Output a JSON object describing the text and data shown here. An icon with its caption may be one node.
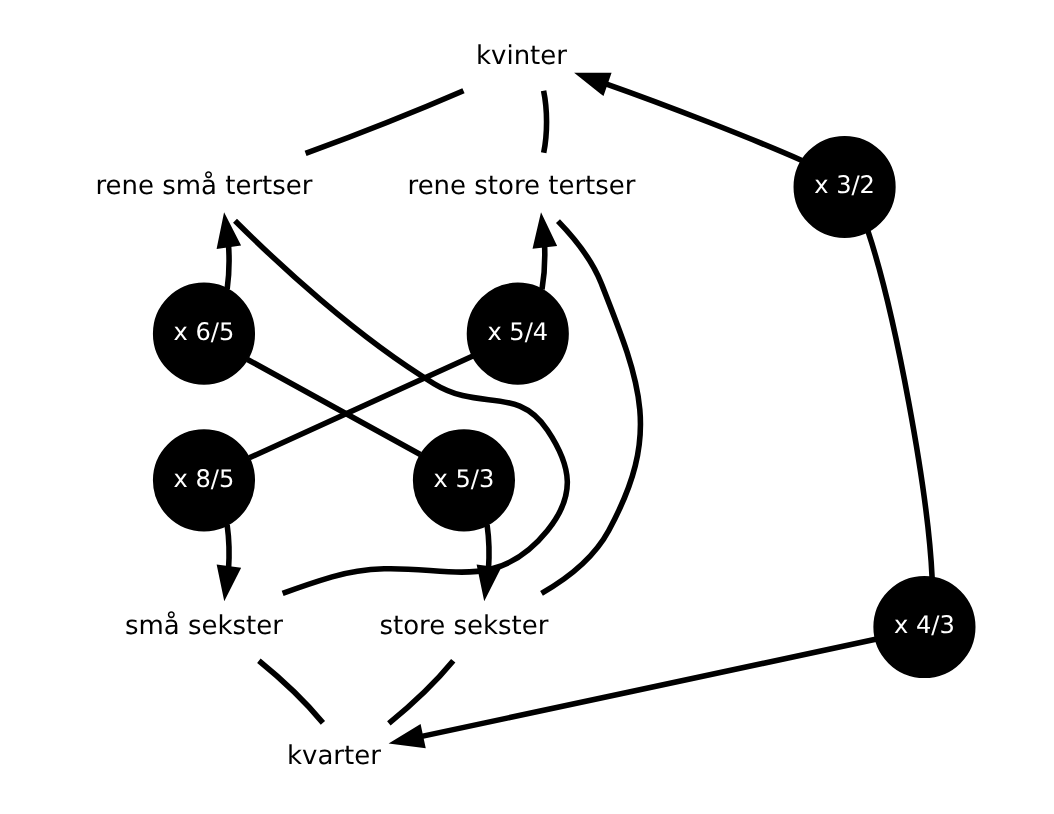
{
  "diagram": {
    "nodes": [
      {
        "text": [
          "kvinter"
        ]
      },
      {
        "text": [
          "rene små tertser"
        ]
      },
      {
        "text": [
          "rene store tertser"
        ]
      },
      {
        "text": [
          "x 3/2"
        ]
      },
      {
        "text": [
          "x 6/5"
        ]
      },
      {
        "text": [
          "x 5/4"
        ]
      },
      {
        "text": [
          "x 8/5"
        ]
      },
      {
        "text": [
          "x 5/3"
        ]
      },
      {
        "text": [
          "x 4/3"
        ]
      },
      {
        "text": [
          "små sekster"
        ]
      },
      {
        "text": [
          "store sekster"
        ]
      },
      {
        "text": [
          "kvarter"
        ]
      }
    ],
    "edges": [
      {
        "from": 3,
        "to": 0,
        "arrow": "to"
      },
      {
        "from": 5,
        "to": 2,
        "arrow": "to"
      },
      {
        "from": 7,
        "to": 10,
        "arrow": "to"
      },
      {
        "from": 8,
        "to": 11,
        "arrow": "to"
      },
      {
        "from": 6,
        "to": 9,
        "arrow": "to"
      },
      {
        "from": 4,
        "to": 1,
        "arrow": "to"
      },
      {
        "from": 3,
        "to": 8,
        "arrow": "none"
      },
      {
        "from": 5,
        "to": 6,
        "arrow": "none"
      },
      {
        "from": 4,
        "to": 7,
        "arrow": "none"
      },
      {
        "from": 0,
        "to": 2,
        "arrow": "none"
      },
      {
        "from": 2,
        "to": 10,
        "arrow": "none"
      },
      {
        "from": 10,
        "to": 11,
        "arrow": "none"
      },
      {
        "from": 11,
        "to": 9,
        "arrow": "none"
      },
      {
        "from": 9,
        "to": 1,
        "arrow": "none"
      },
      {
        "from": 1,
        "to": 0,
        "arrow": "none"
      }
    ]
  }
}
